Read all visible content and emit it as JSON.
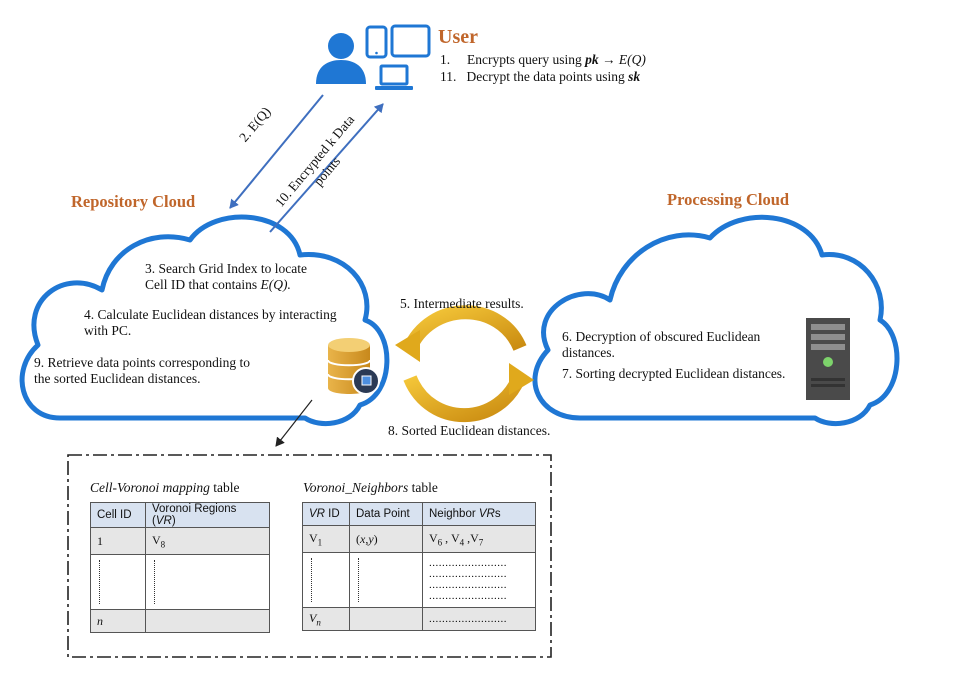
{
  "user": {
    "title": "User",
    "step1": "1.    Encrypts query using pk → E(Q)",
    "step1_num": "1.",
    "step1_text": "Encrypts query using ",
    "step1_key": "pk",
    "step1_arrow": "→",
    "step1_result": "E(Q)",
    "step11_num": "11.",
    "step11_text": "Decrypt the data points using ",
    "step11_key": "sk"
  },
  "arrows": {
    "step2": "2. E(Q)",
    "step10_line1": "10. Encrypted k Data",
    "step10_line2": "points"
  },
  "repository": {
    "title": "Repository Cloud",
    "step3_line1": "3. Search Grid Index to locate",
    "step3_line2a": "Cell ID that contains ",
    "step3_line2b": "E(Q).",
    "step4_line1": "4. Calculate Euclidean distances by interacting",
    "step4_line2": "with PC.",
    "step9_line1": "9. Retrieve data points corresponding to",
    "step9_line2": "the sorted Euclidean distances."
  },
  "exchange": {
    "step5": "5. Intermediate results.",
    "step8": "8. Sorted Euclidean distances."
  },
  "processing": {
    "title": "Processing Cloud",
    "step6_line1": "6. Decryption of obscured Euclidean",
    "step6_line2": "distances.",
    "step7": "7. Sorting decrypted Euclidean distances."
  },
  "table1": {
    "caption_italic": "Cell-Voronoi mapping",
    "caption_rest": " table",
    "col1": "Cell ID",
    "col2": "Voronoi Regions (VR)",
    "row1_c1": "1",
    "row1_c2": "V8",
    "rown_c1": "n"
  },
  "table2": {
    "caption_italic": "Voronoi_Neighbors",
    "caption_rest": " table",
    "col1": "VR ID",
    "col2": "Data Point",
    "col3": "Neighbor VRs",
    "row1_c1": "V1",
    "row1_c2": "(x,y)",
    "row1_c3": "V6 , V4 ,V7",
    "dots": "........................",
    "rown_c1": "Vn",
    "rown_c3": "........................"
  },
  "colors": {
    "cloud_stroke": "#1f77d4",
    "arrow_blue": "#3f6fbf",
    "orange_title": "#c0662b",
    "gold": "#e0a91c",
    "table_header": "#d8e2f0",
    "table_row": "#e6e6e6"
  },
  "icons": [
    "user-icon",
    "phone-icon",
    "tablet-icon",
    "laptop-icon",
    "database-icon",
    "server-icon",
    "cycle-arrows-icon"
  ]
}
